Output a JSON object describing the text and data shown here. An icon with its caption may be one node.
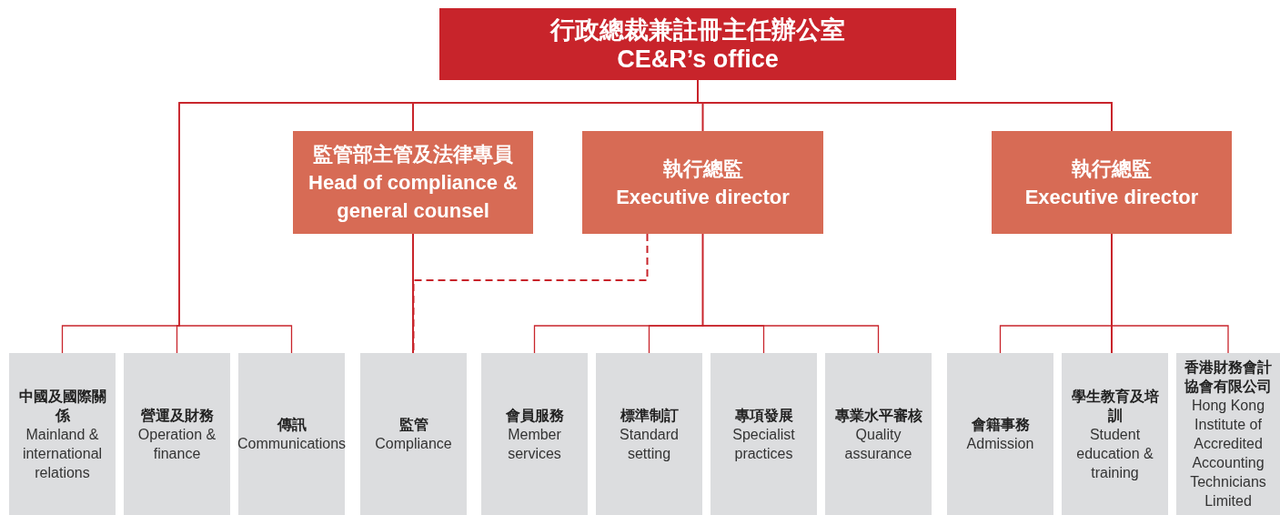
{
  "diagram": {
    "nodes": [
      {
        "text": [
          "行政總裁兼註冊主任辦公室",
          "CE&R’s office"
        ]
      },
      {
        "text": [
          "監管部主管及法律專員",
          "Head of compliance & general counsel"
        ]
      },
      {
        "text": [
          "執行總監",
          "Executive director"
        ]
      },
      {
        "text": [
          "執行總監",
          "Executive director"
        ]
      },
      {
        "text": [
          "中國及國際關係",
          "Mainland & international relations"
        ]
      },
      {
        "text": [
          "營運及財務",
          "Operation & finance"
        ]
      },
      {
        "text": [
          "傳訊",
          "Communications"
        ]
      },
      {
        "text": [
          "監管",
          "Compliance"
        ]
      },
      {
        "text": [
          "會員服務",
          "Member services"
        ]
      },
      {
        "text": [
          "標準制訂",
          "Standard setting"
        ]
      },
      {
        "text": [
          "專項發展",
          "Specialist practices"
        ]
      },
      {
        "text": [
          "專業水平審核",
          "Quality assurance"
        ]
      },
      {
        "text": [
          "會籍事務",
          "Admission"
        ]
      },
      {
        "text": [
          "學生教育及培訓",
          "Student education & training"
        ]
      },
      {
        "text": [
          "香港財務會計協會有限公司",
          "Hong Kong Institute of Accredited Accounting Technicians Limited"
        ]
      }
    ],
    "edges": [
      {
        "from": 0,
        "to": 1,
        "arrow": "none"
      },
      {
        "from": 0,
        "to": 2,
        "arrow": "none"
      },
      {
        "from": 0,
        "to": 3,
        "arrow": "none"
      },
      {
        "from": 0,
        "to": 4,
        "arrow": "none"
      },
      {
        "from": 0,
        "to": 5,
        "arrow": "none"
      },
      {
        "from": 0,
        "to": 6,
        "arrow": "none"
      },
      {
        "from": 1,
        "to": 7,
        "arrow": "none"
      },
      {
        "from": 2,
        "to": 7,
        "arrow": "none",
        "style": "dashed"
      },
      {
        "from": 2,
        "to": 8,
        "arrow": "none"
      },
      {
        "from": 2,
        "to": 9,
        "arrow": "none"
      },
      {
        "from": 2,
        "to": 10,
        "arrow": "none"
      },
      {
        "from": 2,
        "to": 11,
        "arrow": "none"
      },
      {
        "from": 3,
        "to": 12,
        "arrow": "none"
      },
      {
        "from": 3,
        "to": 13,
        "arrow": "none"
      },
      {
        "from": 3,
        "to": 14,
        "arrow": "none"
      }
    ]
  }
}
